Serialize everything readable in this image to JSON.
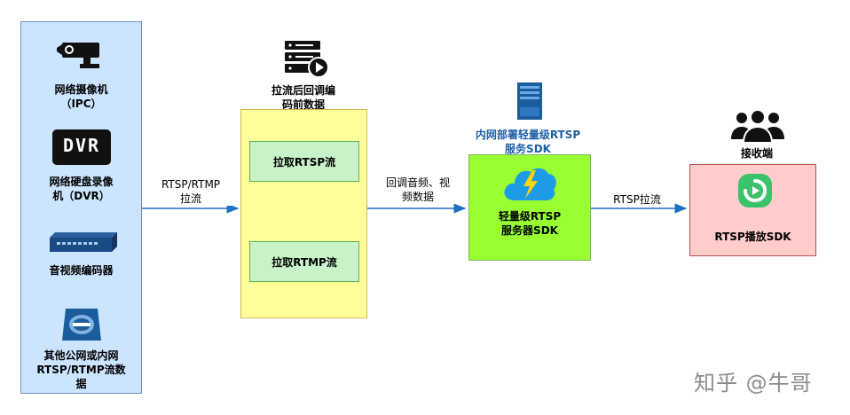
{
  "sources": {
    "ipc_label": [
      "网络摄像机",
      "（IPC）"
    ],
    "dvr_label": [
      "网络硬盘录像",
      "机（DVR）"
    ],
    "dvr_icon_text": "DVR",
    "encoder_label": "音视频编码器",
    "other_label": [
      "其他公网或内网",
      "RTSP/RTMP流数",
      "据"
    ]
  },
  "edges": {
    "e1": [
      "RTSP/RTMP",
      "拉流"
    ],
    "e2": [
      "回调音频、视",
      "频数据"
    ],
    "e3": "RTSP拉流"
  },
  "decoder": {
    "title": [
      "拉流后回调编",
      "码前数据"
    ],
    "rtsp": "拉取RTSP流",
    "rtmp": "拉取RTMP流"
  },
  "server": {
    "title": [
      "内网部署轻量级RTSP",
      "服务SDK"
    ],
    "label": [
      "轻量级RTSP",
      "服务器SDK"
    ]
  },
  "receiver": {
    "title": "接收端",
    "label": "RTSP播放SDK"
  },
  "watermark": "知乎 @牛哥",
  "colors": {
    "source_fill": "#cce5ff",
    "source_border": "#6c8ebf",
    "decoder_fill": "#ffff99",
    "decoder_border": "#d6b656",
    "server_fill": "#99ff33",
    "server_border": "#82b366",
    "receiver_fill": "#ffcccc",
    "receiver_border": "#b85450",
    "arrow": "#1f6fc4",
    "title_blue": "#1f5fa8"
  }
}
